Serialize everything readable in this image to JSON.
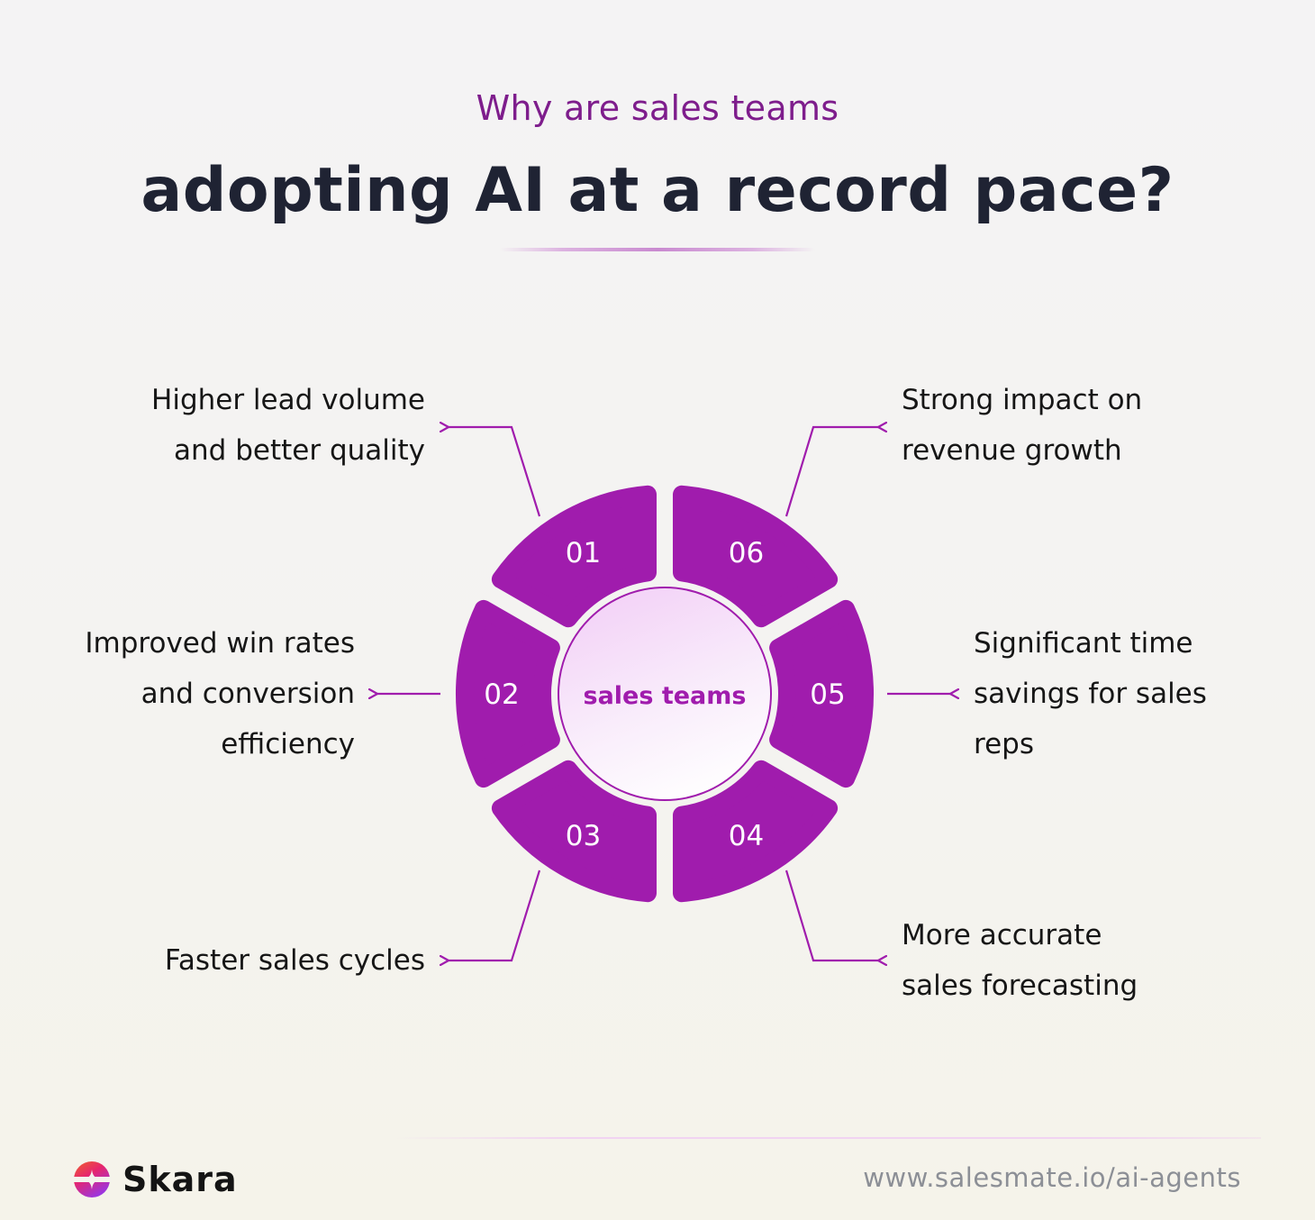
{
  "header": {
    "subtitle": "Why are sales teams",
    "title": "adopting AI at a record pace?"
  },
  "diagram": {
    "center_label": "sales teams",
    "colors": {
      "segment": "#a01cad",
      "segment_text": "#ffffff",
      "center_text": "#a01cad",
      "center_border": "#a01cad",
      "connector": "#a01cad"
    },
    "segments": [
      {
        "number": "01",
        "start": 90,
        "end": 150
      },
      {
        "number": "02",
        "start": 150,
        "end": 210
      },
      {
        "number": "03",
        "start": 210,
        "end": 270
      },
      {
        "number": "04",
        "start": 270,
        "end": 330
      },
      {
        "number": "05",
        "start": -30,
        "end": 30
      },
      {
        "number": "06",
        "start": 30,
        "end": 90
      }
    ]
  },
  "reasons": [
    {
      "number": "01",
      "lines": [
        "Higher lead volume",
        "and better quality"
      ]
    },
    {
      "number": "02",
      "lines": [
        "Improved win rates",
        "and conversion",
        "efficiency"
      ]
    },
    {
      "number": "03",
      "lines": [
        "Faster sales cycles"
      ]
    },
    {
      "number": "04",
      "lines": [
        "More accurate",
        "sales forecasting"
      ]
    },
    {
      "number": "05",
      "lines": [
        "Significant time",
        "savings for sales",
        "reps"
      ]
    },
    {
      "number": "06",
      "lines": [
        "Strong impact on",
        "revenue growth"
      ]
    }
  ],
  "footer": {
    "brand": "Skara",
    "url": "www.salesmate.io/ai-agents"
  }
}
